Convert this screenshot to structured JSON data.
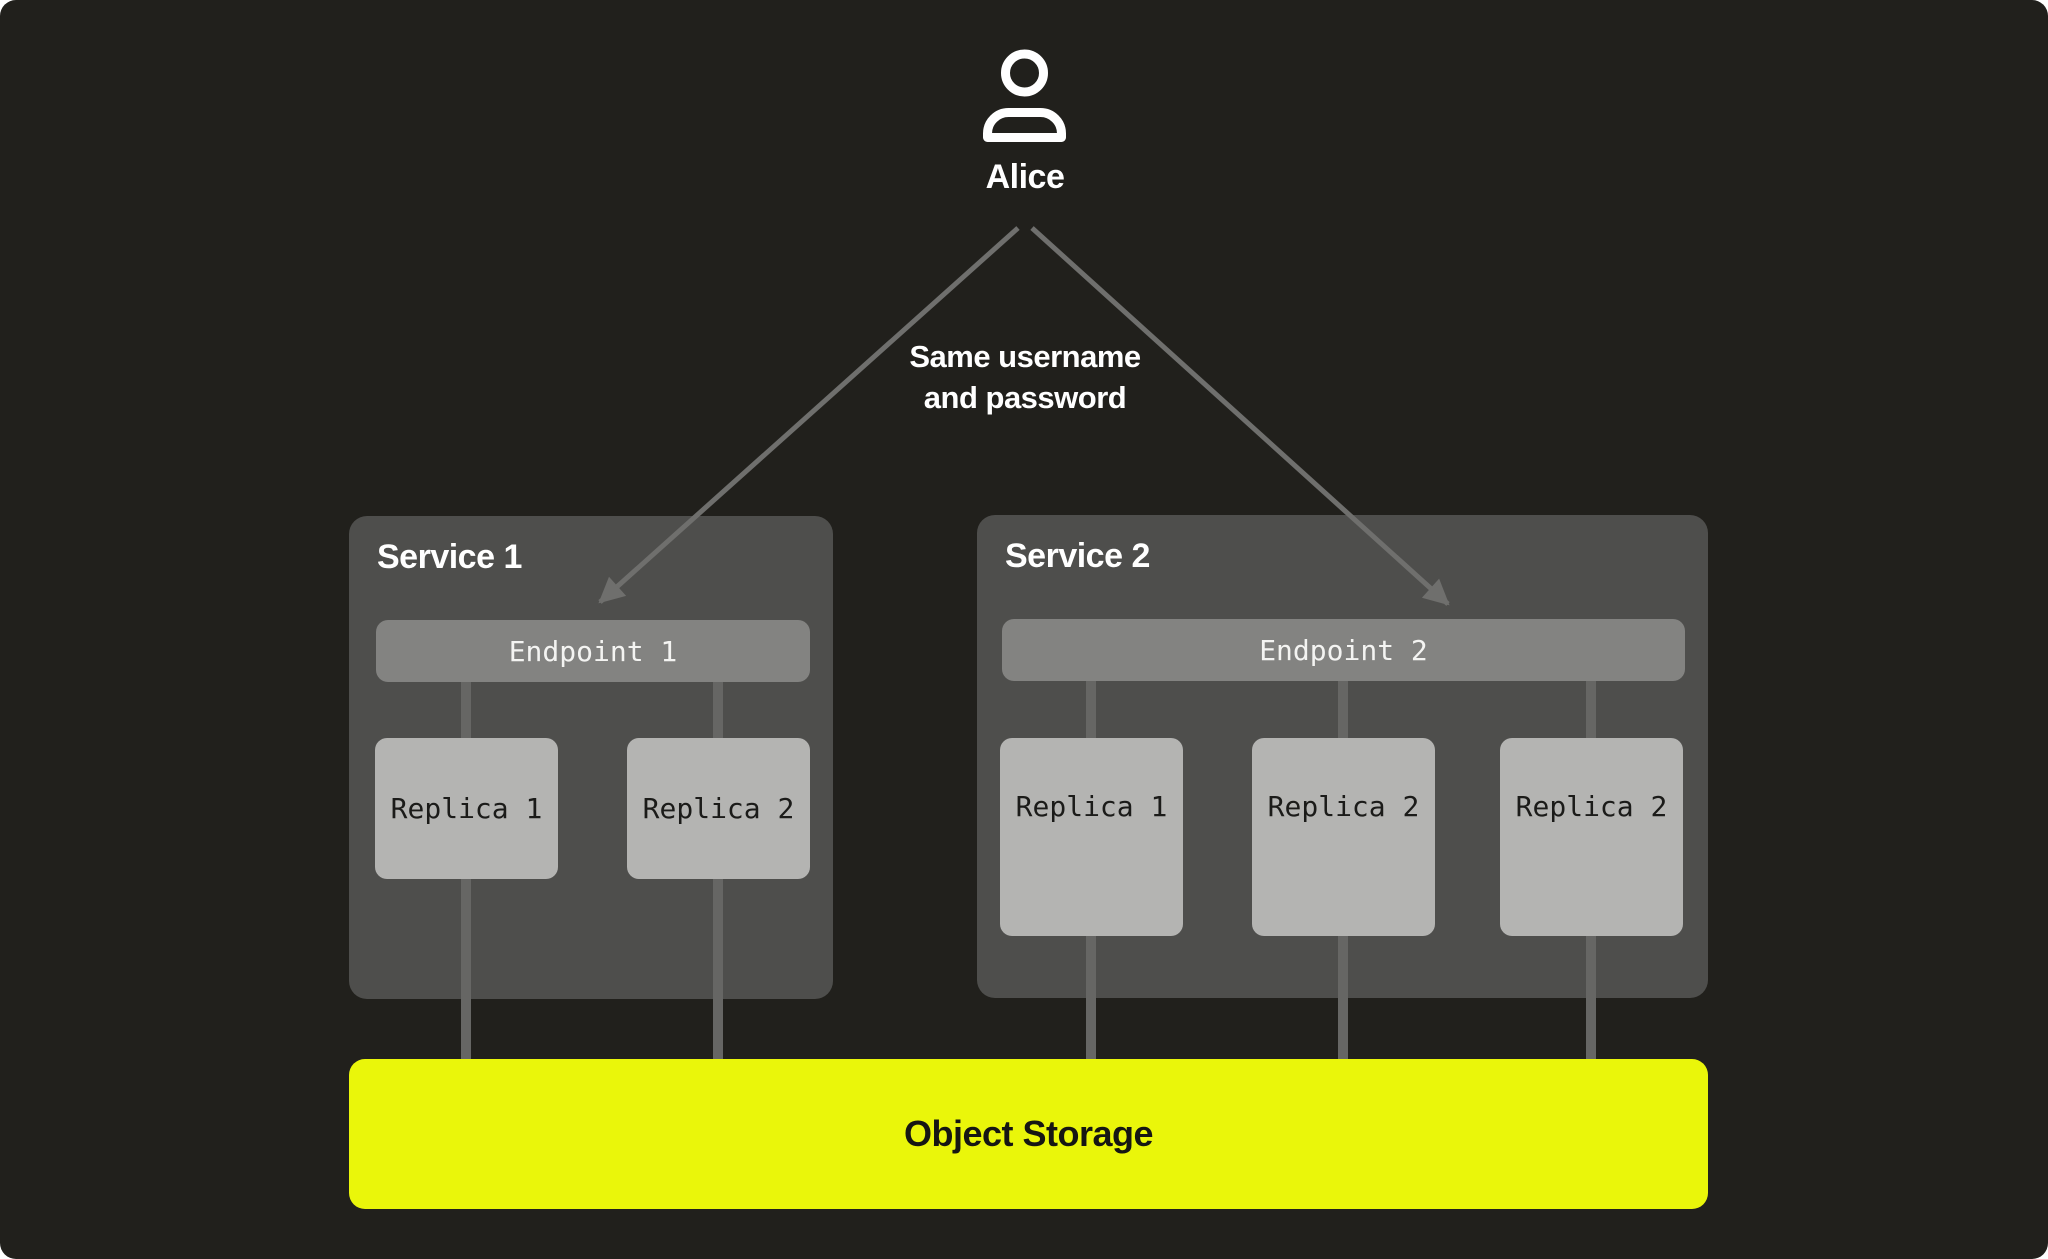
{
  "diagram": {
    "user": {
      "name": "Alice",
      "icon": "person-icon"
    },
    "annotation": {
      "line1": "Same username",
      "line2": "and password"
    },
    "services": [
      {
        "title": "Service 1",
        "endpoint": "Endpoint 1",
        "replicas": [
          "Replica 1",
          "Replica 2"
        ]
      },
      {
        "title": "Service 2",
        "endpoint": "Endpoint 2",
        "replicas": [
          "Replica 1",
          "Replica 2",
          "Replica 2"
        ]
      }
    ],
    "storage": {
      "label": "Object Storage"
    },
    "colors": {
      "canvas_background": "#21201C",
      "service_box": "#4E4E4C",
      "endpoint_bar": "#838381",
      "replica_box": "#B4B4B2",
      "connector_line": "#666664",
      "arrow": "#6F6F6D",
      "storage_accent": "#EAF60A",
      "heading_text": "#FFFFFF",
      "storage_text": "#161613"
    }
  }
}
